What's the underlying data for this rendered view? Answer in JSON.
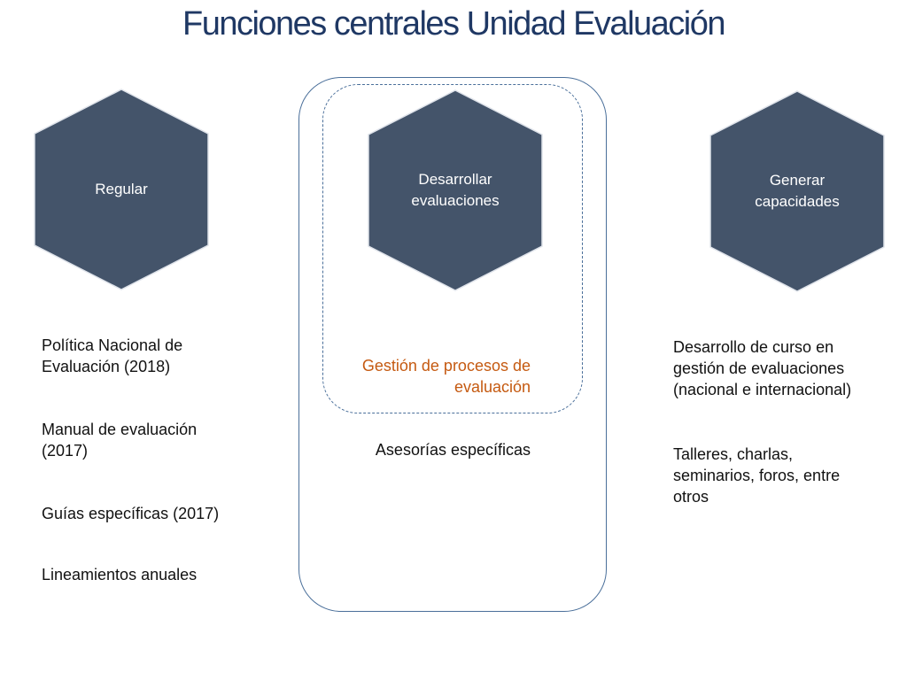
{
  "title": "Funciones centrales Unidad Evaluación",
  "colors": {
    "hex_fill": "#44546a",
    "title": "#1f3864",
    "box_stroke": "#4a6f9a",
    "highlight": "#c55a11"
  },
  "functions": [
    {
      "label": "Regular"
    },
    {
      "label": "Desarrollar\nevaluaciones"
    },
    {
      "label": "Generar\ncapacidades"
    }
  ],
  "left_items": [
    "Política Nacional de\nEvaluación (2018)",
    "Manual de evaluación\n(2017)",
    "Guías específicas (2017)",
    "Lineamientos anuales"
  ],
  "center_items": {
    "highlight": "Gestión de procesos de\nevaluación",
    "second": "Asesorías específicas"
  },
  "right_items": [
    "Desarrollo de curso en\ngestión de evaluaciones\n(nacional e internacional)",
    "Talleres, charlas,\nseminarios, foros, entre\notros"
  ]
}
